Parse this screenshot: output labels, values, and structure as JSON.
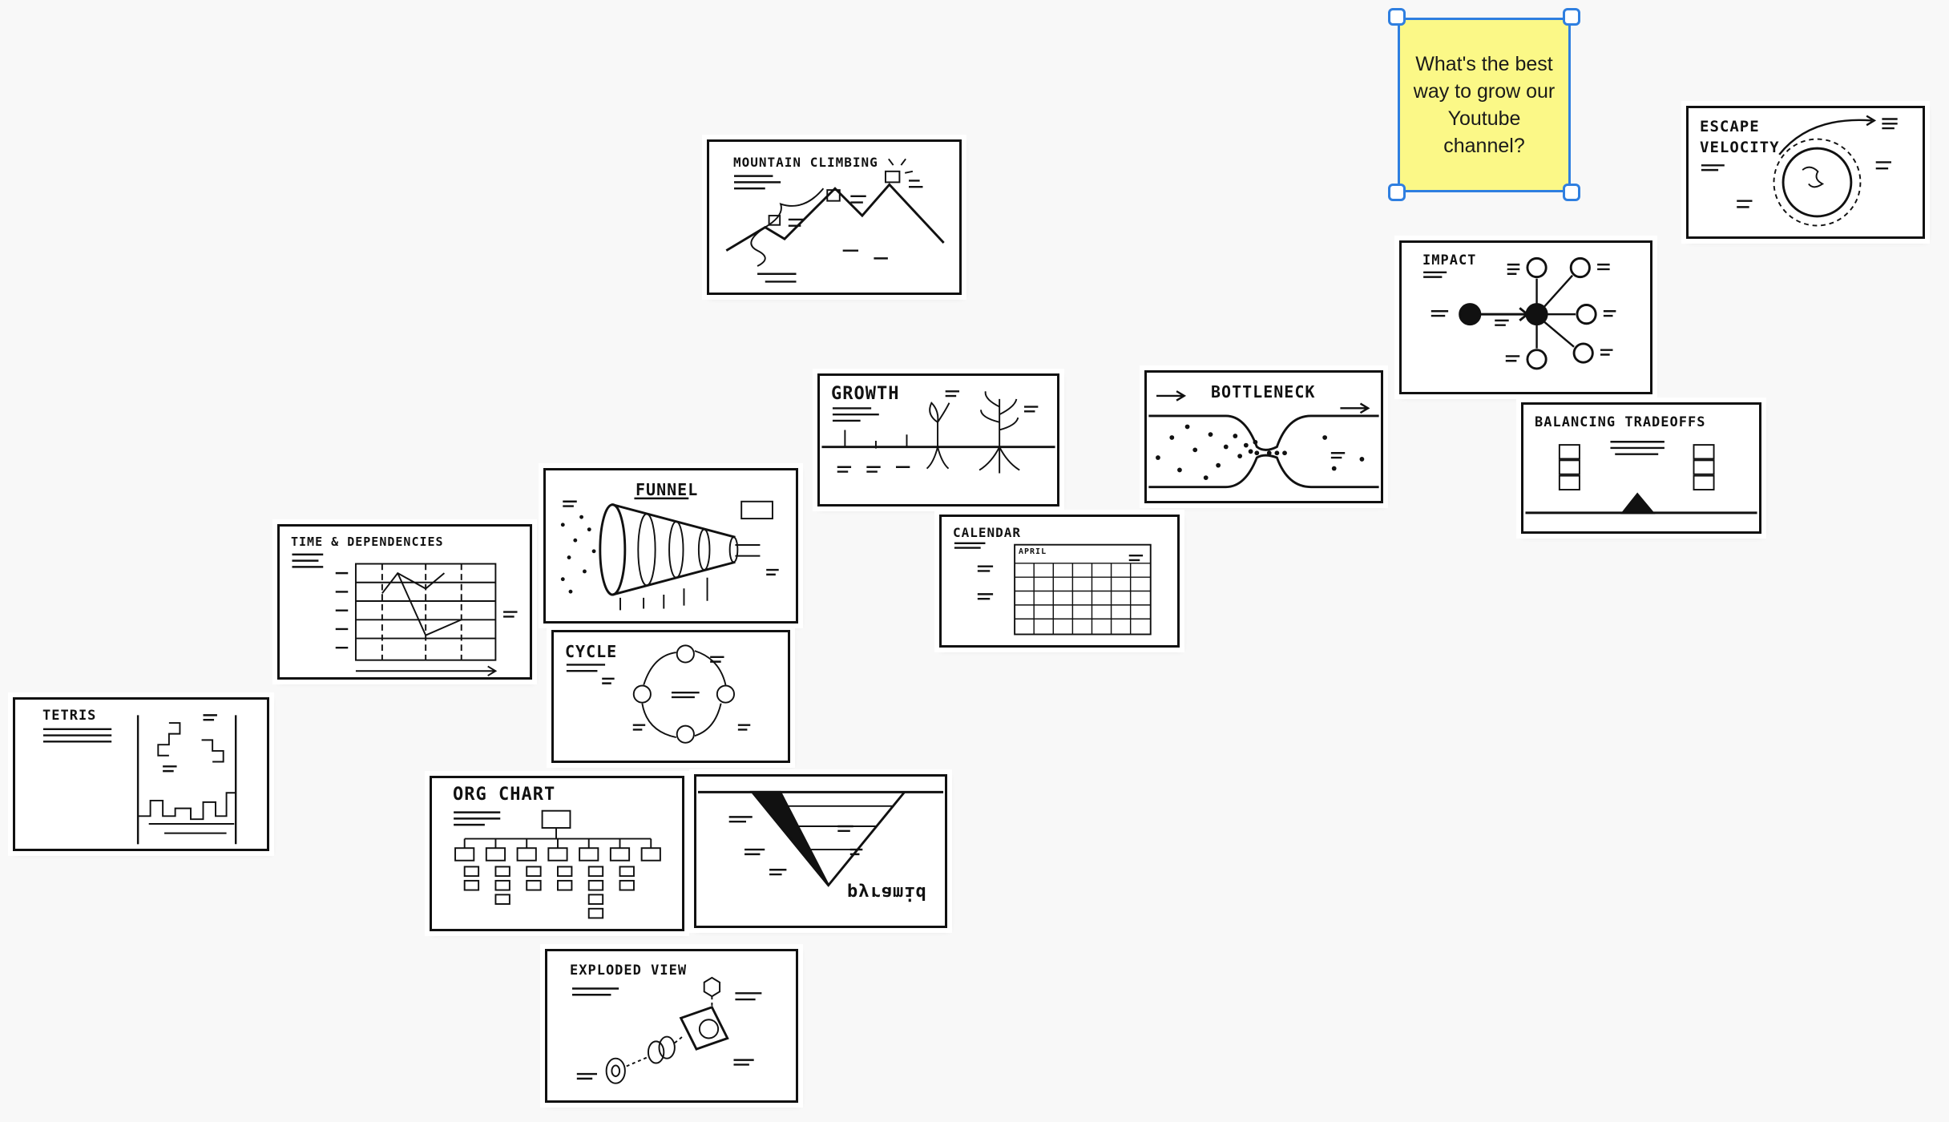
{
  "canvas": {
    "sticky_note": {
      "text": "What's the best way to grow our Youtube channel?",
      "color": "#fbf887",
      "selection_color": "#2f7fe0"
    },
    "templates": {
      "mountain_climbing": "MOUNTAIN CLIMBING",
      "escape_velocity_line1": "ESCAPE",
      "escape_velocity_line2": "VELOCITY",
      "impact": "IMPACT",
      "growth": "GROWTH",
      "bottleneck": "BOTTLENECK",
      "balancing_tradeoffs": "BALANCING TRADEOFFS",
      "funnel": "FUNNEL",
      "time_dependencies": "TIME & DEPENDENCIES",
      "calendar": "CALENDAR",
      "calendar_month": "APRIL",
      "cycle": "CYCLE",
      "tetris": "TETRIS",
      "org_chart": "ORG CHART",
      "pyramid": "pyramid",
      "exploded_view": "EXPLODED VIEW"
    }
  }
}
